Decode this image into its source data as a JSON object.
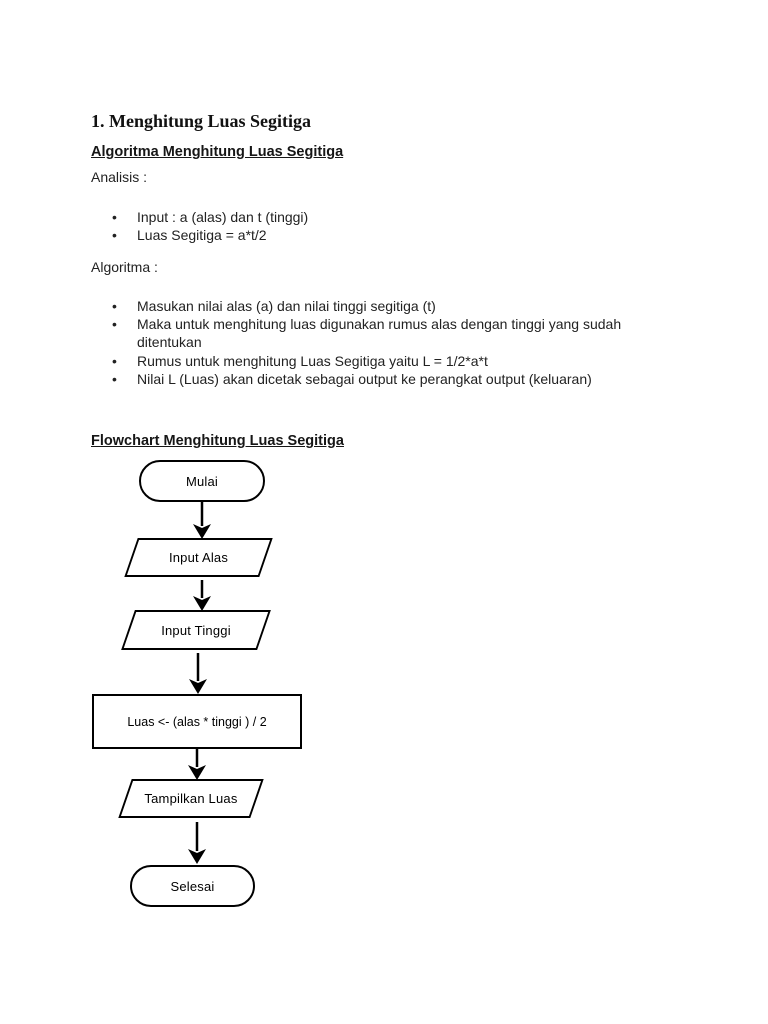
{
  "document": {
    "title": "1. Menghitung Luas Segitiga",
    "algoritma_heading": "Algoritma Menghitung Luas Segitiga",
    "analisis": {
      "label": "Analisis :",
      "items": [
        "Input : a (alas) dan t (tinggi)",
        "Luas Segitiga = a*t/2"
      ]
    },
    "algoritma": {
      "label": "Algoritma :",
      "items": [
        "Masukan nilai alas (a) dan nilai tinggi segitiga (t)",
        "Maka untuk menghitung luas digunakan rumus alas dengan tinggi yang sudah\nditentukan",
        "Rumus untuk menghitung Luas Segitiga yaitu L = 1/2*a*t",
        "Nilai L (Luas) akan dicetak sebagai output ke perangkat output (keluaran)"
      ]
    },
    "flowchart_heading": "Flowchart Menghitung Luas Segitiga",
    "flowchart": {
      "nodes": [
        {
          "id": "start",
          "type": "terminator",
          "label": "Mulai"
        },
        {
          "id": "input-alas",
          "type": "io",
          "label": "Input Alas"
        },
        {
          "id": "input-tinggi",
          "type": "io",
          "label": "Input Tinggi"
        },
        {
          "id": "process-luas",
          "type": "process",
          "label": "Luas <- (alas * tinggi ) / 2"
        },
        {
          "id": "output-luas",
          "type": "io",
          "label": "Tampilkan Luas"
        },
        {
          "id": "end",
          "type": "terminator",
          "label": "Selesai"
        }
      ]
    },
    "colors": {
      "ink": "#000000",
      "paper": "#ffffff"
    }
  }
}
